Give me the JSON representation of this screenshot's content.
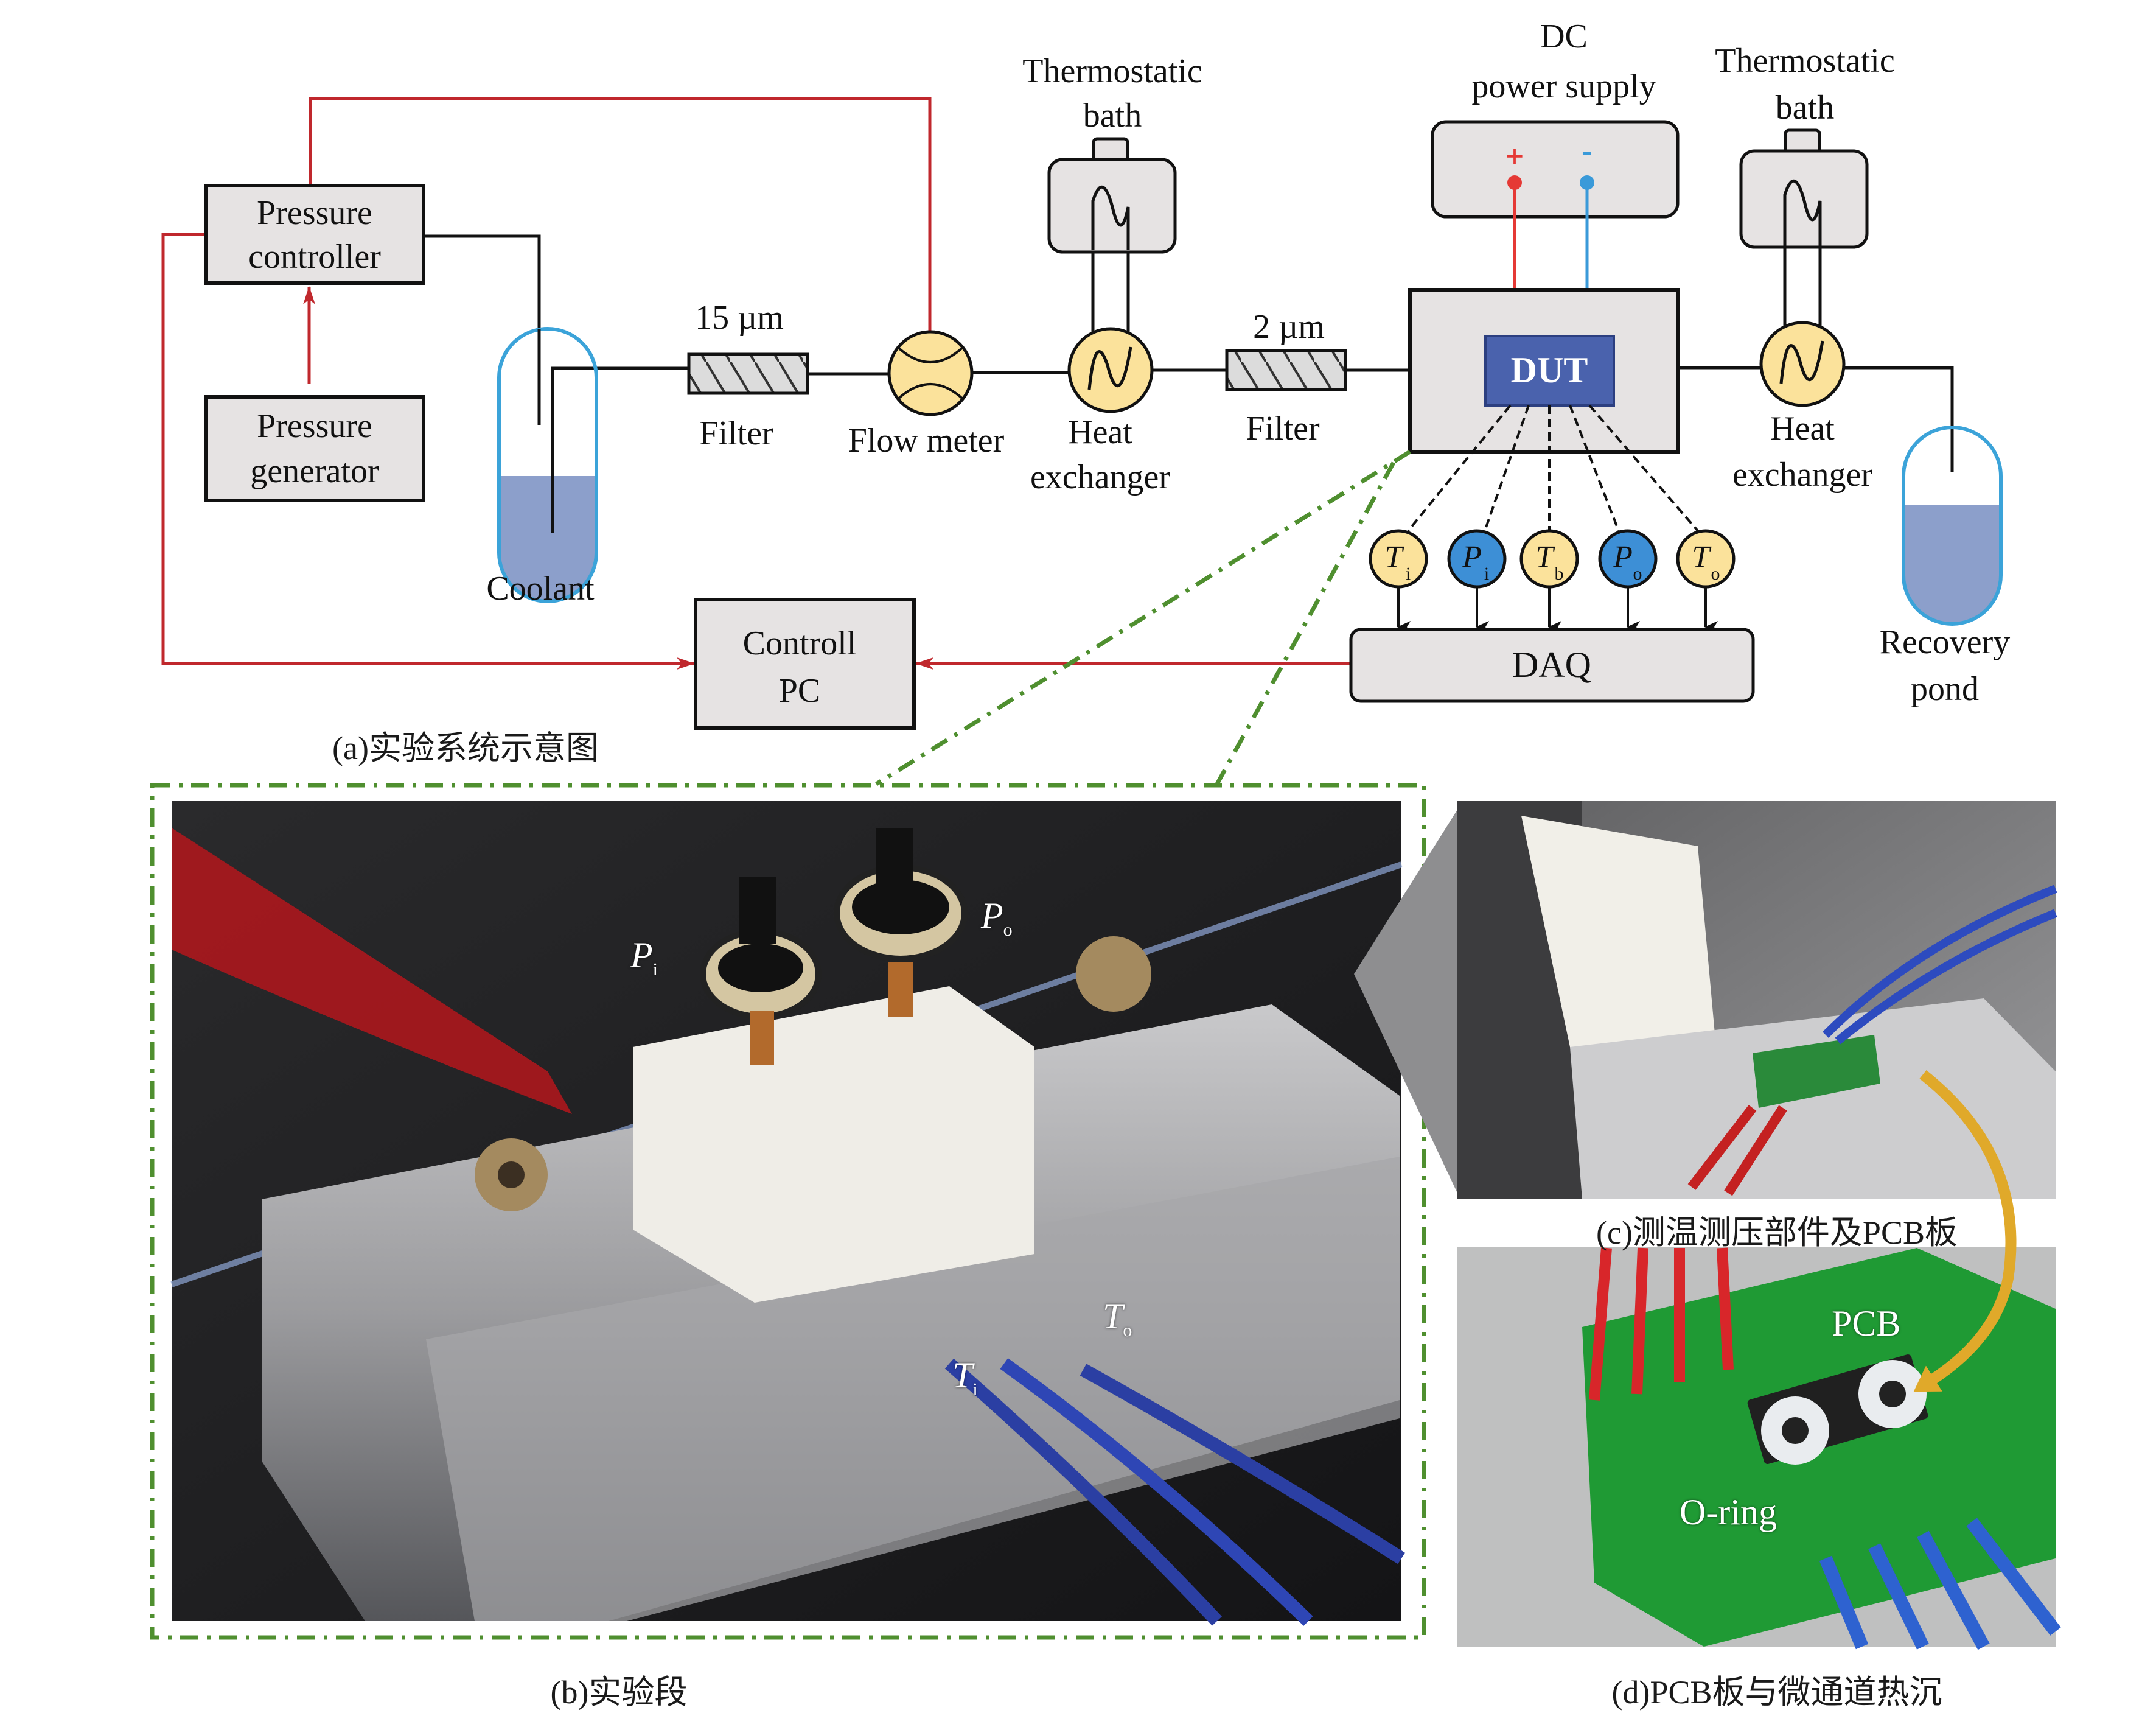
{
  "figure": {
    "panel_a": {
      "caption": "(a)实验系统示意图",
      "components": {
        "pressure_controller": [
          "Pressure",
          "controller"
        ],
        "pressure_generator": [
          "Pressure",
          "generator"
        ],
        "coolant": "Coolant",
        "filter1_size": "15 µm",
        "filter1_label": "Filter",
        "flow_meter": "Flow meter",
        "thermostatic_bath1": [
          "Thermostatic",
          "bath"
        ],
        "heat_exchanger1": [
          "Heat",
          "exchanger"
        ],
        "filter2_size": "2 µm",
        "filter2_label": "Filter",
        "dc_power_supply": [
          "DC",
          "power supply"
        ],
        "plus": "+",
        "minus": "-",
        "dut": "DUT",
        "thermostatic_bath2": [
          "Thermostatic",
          "bath"
        ],
        "heat_exchanger2": [
          "Heat",
          "exchanger"
        ],
        "recovery_pond": [
          "Recovery",
          "pond"
        ],
        "controll_pc": [
          "Controll",
          "PC"
        ],
        "daq": "DAQ"
      },
      "sensors": [
        {
          "symbol": "T",
          "sub": "i",
          "kind": "temperature"
        },
        {
          "symbol": "P",
          "sub": "i",
          "kind": "pressure"
        },
        {
          "symbol": "T",
          "sub": "b",
          "kind": "temperature"
        },
        {
          "symbol": "P",
          "sub": "o",
          "kind": "pressure"
        },
        {
          "symbol": "T",
          "sub": "o",
          "kind": "temperature"
        }
      ]
    },
    "panel_b": {
      "caption": "(b)实验段",
      "labels": [
        {
          "symbol": "P",
          "sub": "i"
        },
        {
          "symbol": "P",
          "sub": "o"
        },
        {
          "symbol": "T",
          "sub": "i"
        },
        {
          "symbol": "T",
          "sub": "o"
        }
      ]
    },
    "panel_c": {
      "caption": "(c)测温测压部件及PCB板"
    },
    "panel_d": {
      "caption": "(d)PCB板与微通道热沉",
      "labels": [
        "PCB",
        "O-ring"
      ]
    }
  },
  "colors": {
    "box_fill": "#e6e3e3",
    "red_line": "#c0282d",
    "blue_line": "#3a9ad9",
    "liquid": "#8c9fcb",
    "tank_outline": "#3ba3d9",
    "yellow_fill": "#fbe29b",
    "blue_sensor": "#3d8fd6",
    "dut_fill": "#4a62ad",
    "green_dash": "#4f8f2f",
    "gold_arrow": "#e0a92a"
  }
}
